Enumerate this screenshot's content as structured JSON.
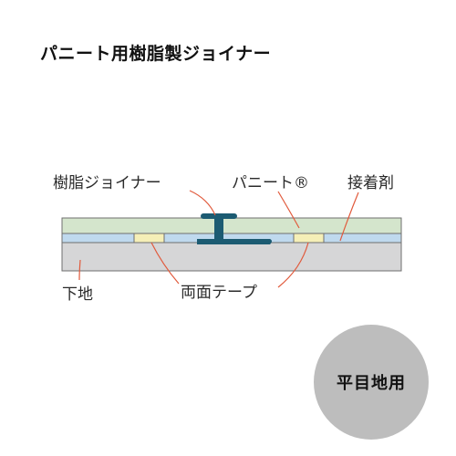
{
  "title": "パニート用樹脂製ジョイナー",
  "labels": {
    "joiner": "樹脂ジョイナー",
    "panito": "パニート®",
    "adhesive": "接着剤",
    "substrate": "下地",
    "tape": "両面テープ"
  },
  "badge": "平目地用",
  "colors": {
    "panel": "#d4e5cc",
    "adhesive_layer": "#bfd9ee",
    "substrate": "#d6d6d7",
    "tape": "#f5efb7",
    "joiner": "#1c5b72",
    "leader": "#e15a3c",
    "badge": "#bdbdbd"
  }
}
